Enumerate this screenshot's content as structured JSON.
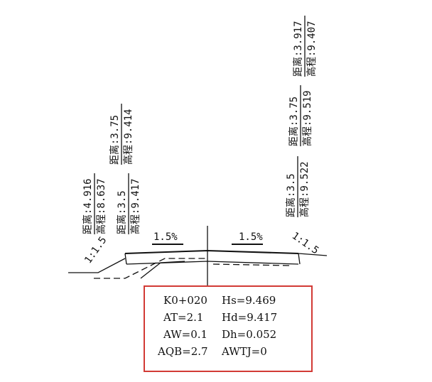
{
  "annotations": {
    "left_offset_1": {
      "dist": "距离:4.916",
      "elev": "高程:8.637"
    },
    "left_offset_2": {
      "dist": "距离:3.5",
      "elev": "高程:9.417"
    },
    "left_offset_3": {
      "dist": "距离:3.75",
      "elev": "高程:9.414"
    },
    "right_offset_1": {
      "dist": "距离:3.5",
      "elev": "高程:9.522"
    },
    "right_offset_2": {
      "dist": "距离:3.75",
      "elev": "高程:9.519"
    },
    "right_offset_3": {
      "dist": "距离:3.917",
      "elev": "高程:9.407"
    }
  },
  "slopes": {
    "left_crossfall": "1.5%",
    "right_crossfall": "1.5%",
    "left_side_slope": "1:1.5",
    "right_side_slope": "1:1.5"
  },
  "info": {
    "station": "K0+020",
    "hs": "Hs=9.469",
    "at": "AT=2.1",
    "hd": "Hd=9.417",
    "aw": "AW=0.1",
    "dh": "Dh=0.052",
    "aqb": "AQB=2.7",
    "awtj": "AWTJ=0"
  },
  "colors": {
    "box_border": "#d23a35",
    "ink": "#111111"
  }
}
